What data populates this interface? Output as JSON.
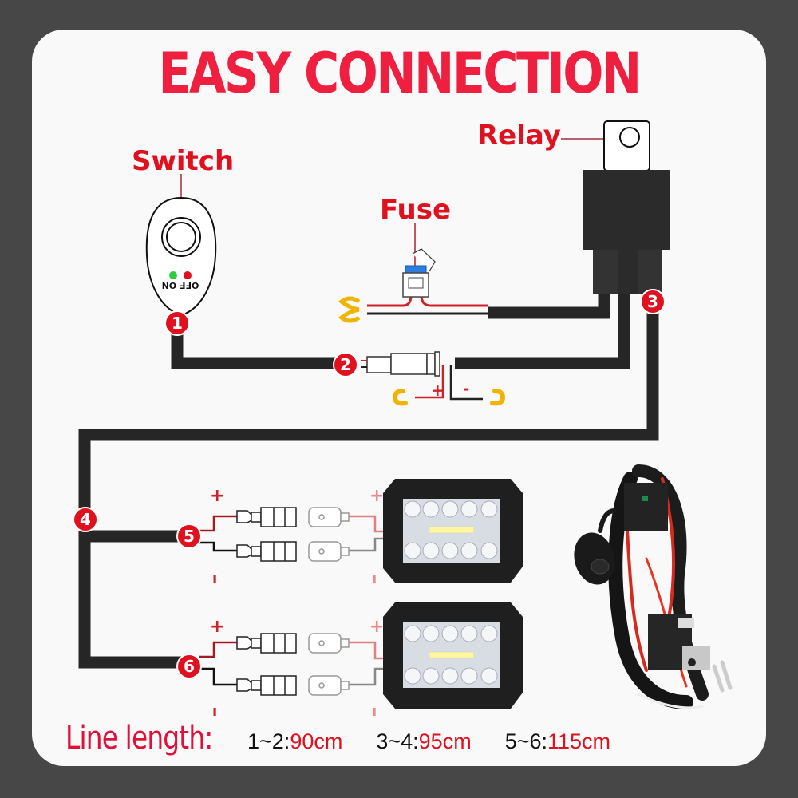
{
  "title": "EASY CONNECTION",
  "labels": {
    "switch": "Switch",
    "fuse": "Fuse",
    "relay": "Relay"
  },
  "switch_panel": {
    "indicator_text": "OFF ON",
    "indicators": [
      {
        "name": "on-indicator",
        "color": "#2ecc40"
      },
      {
        "name": "off-indicator",
        "color": "#e0101f"
      }
    ]
  },
  "nodes": [
    "1",
    "2",
    "3",
    "4",
    "5",
    "6"
  ],
  "polarity": {
    "plus": "+",
    "minus": "-"
  },
  "footer": {
    "label": "Line length:",
    "segments": [
      {
        "range": "1~2:",
        "value": "90cm"
      },
      {
        "range": "3~4:",
        "value": "95cm"
      },
      {
        "range": "5~6:",
        "value": "115cm"
      }
    ]
  },
  "colors": {
    "accent_red": "#ee1f3f",
    "wire_black": "#262626",
    "wire_red": "#d0202a",
    "terminal_gold": "#f0b400",
    "fuse_blue": "#2a7de1",
    "background": "#474747",
    "card": "#f9f9f9"
  }
}
